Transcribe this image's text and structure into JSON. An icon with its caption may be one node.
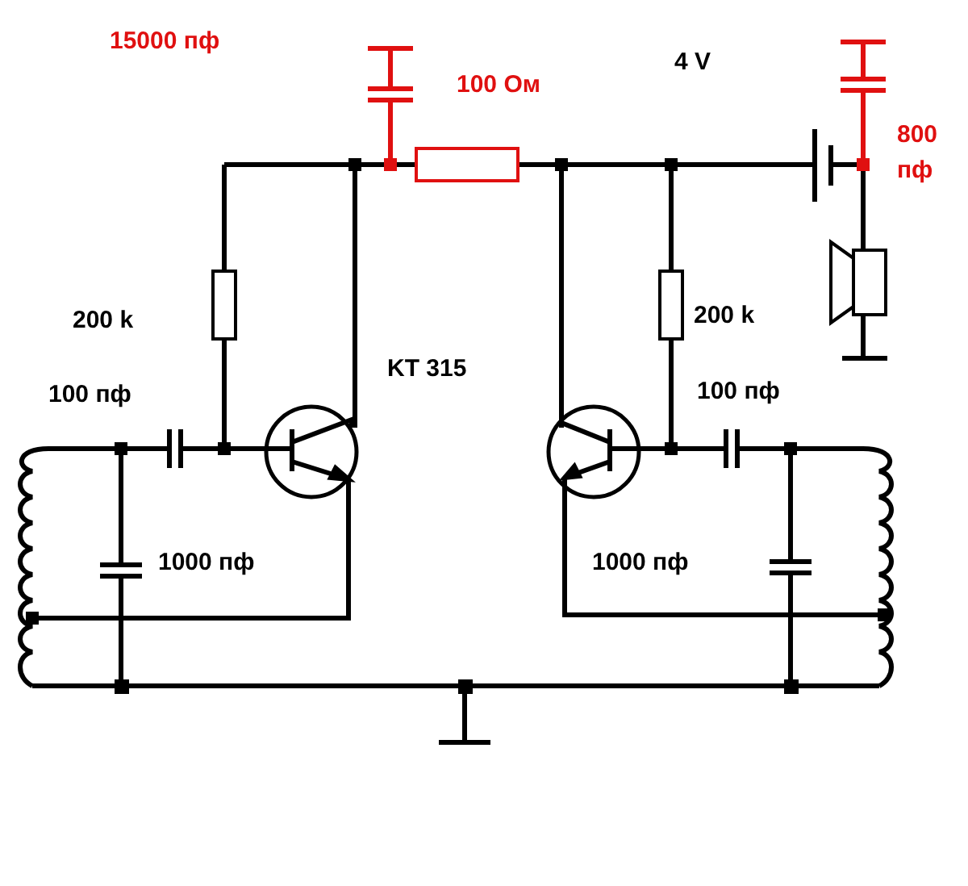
{
  "diagram": {
    "labels": [
      "15000 пф",
      "4 V",
      "100 Ом",
      "800 пф",
      "200 k",
      "200 k",
      "KT 315",
      "100 пф",
      "100 пф",
      "1000 пф",
      "1000 пф"
    ]
  }
}
